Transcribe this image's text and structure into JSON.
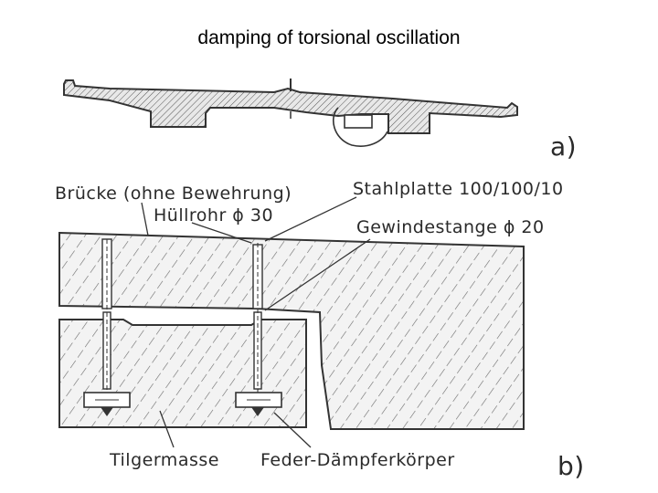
{
  "title": "damping of torsional oscillation",
  "figure": {
    "part_a": "a)",
    "part_b": "b)",
    "labels": {
      "bruecke": "Brücke (ohne Bewehrung)",
      "huellrohr": "Hüllrohr ϕ 30",
      "stahlplatte": "Stahlplatte 100/100/10",
      "gewindestange": "Gewindestange ϕ 20",
      "tilgermasse": "Tilgermasse",
      "feder": "Feder-Dämpferkörper"
    }
  }
}
